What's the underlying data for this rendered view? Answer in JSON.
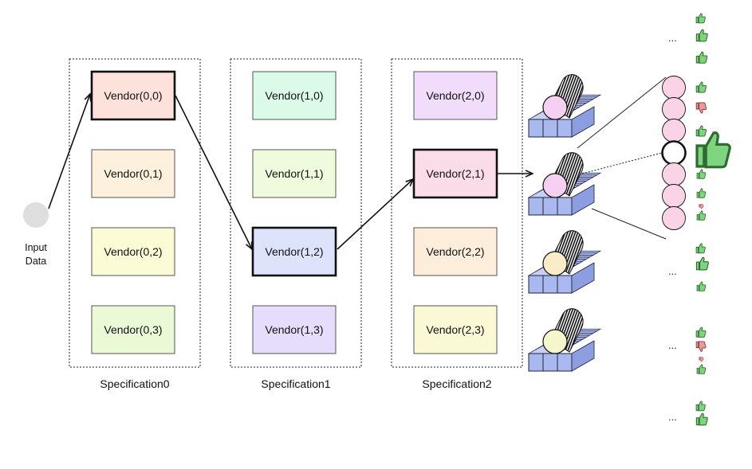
{
  "input": {
    "label_line1": "Input",
    "label_line2": "Data"
  },
  "specifications": [
    {
      "label": "Specification0",
      "vendors": [
        {
          "label": "Vendor(0,0)",
          "color": "#fde2dc",
          "selected": true
        },
        {
          "label": "Vendor(0,1)",
          "color": "#fdf0dc",
          "selected": false
        },
        {
          "label": "Vendor(0,2)",
          "color": "#fbfbd6",
          "selected": false
        },
        {
          "label": "Vendor(0,3)",
          "color": "#eaf9d6",
          "selected": false
        }
      ]
    },
    {
      "label": "Specification1",
      "vendors": [
        {
          "label": "Vendor(1,0)",
          "color": "#dcfae8",
          "selected": false
        },
        {
          "label": "Vendor(1,1)",
          "color": "#eefbdc",
          "selected": false
        },
        {
          "label": "Vendor(1,2)",
          "color": "#dde3fb",
          "selected": true
        },
        {
          "label": "Vendor(1,3)",
          "color": "#e6dcfb",
          "selected": false
        }
      ]
    },
    {
      "label": "Specification2",
      "vendors": [
        {
          "label": "Vendor(2,0)",
          "color": "#f1dcfb",
          "selected": false
        },
        {
          "label": "Vendor(2,1)",
          "color": "#fbdce9",
          "selected": true
        },
        {
          "label": "Vendor(2,2)",
          "color": "#fdeedc",
          "selected": false
        },
        {
          "label": "Vendor(2,3)",
          "color": "#fbf8d6",
          "selected": false
        }
      ]
    }
  ],
  "ellipsis": "...",
  "colors": {
    "input_node": "#dedede",
    "roll_pink": "#f6d0f0",
    "roll_cream": "#fbecc8",
    "roll_yellow": "#f6f6cc",
    "sheet_blue": "#aab8f0",
    "sample_pink": "#fbd3e6",
    "thumb_green": "#7fd47f",
    "thumb_red": "#e89a9a"
  },
  "icons": [
    "roll-icon",
    "thumbs-up-icon",
    "thumbs-down-icon"
  ]
}
